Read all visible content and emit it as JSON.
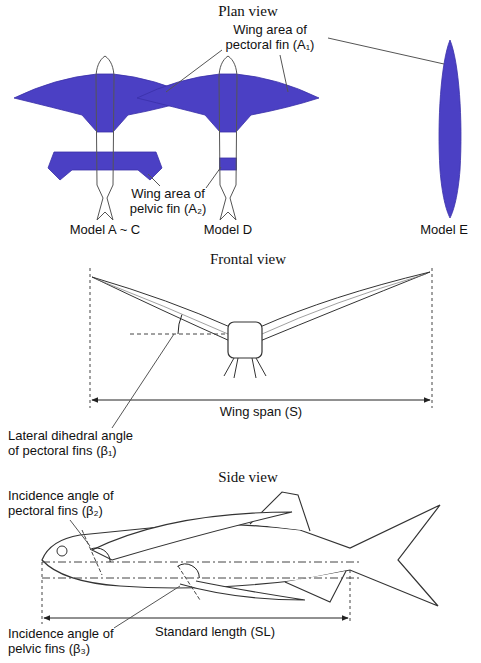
{
  "diagram": {
    "labels": [
      "Plan view",
      "Wing area of pectoral fin (A₁)",
      "Wing area of pelvic fin (A₂)",
      "Model A ~ C",
      "Model D",
      "Model E",
      "Frontal view",
      "Wing span (S)",
      "Lateral dihedral angle of pectoral fins (β₁)",
      "Side view",
      "Incidence angle of pectoral fins (β₂)",
      "Standard length (SL)",
      "Incidence angle of pelvic fins (β₃)"
    ]
  }
}
